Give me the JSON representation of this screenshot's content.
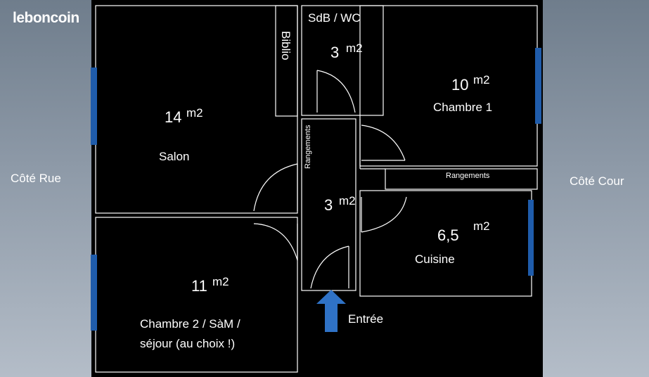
{
  "logo": "leboncoin",
  "side_left": "Côté Rue",
  "side_right": "Côté Cour",
  "entrance_label": "Entrée",
  "rooms": {
    "salon": {
      "name": "Salon",
      "area": "14",
      "unit": "m2"
    },
    "chambre2": {
      "name_line1": "Chambre 2 / SàM /",
      "name_line2": "séjour (au choix !)",
      "area": "11",
      "unit": "m2"
    },
    "sdb": {
      "name": "SdB / WC",
      "area": "3",
      "unit": "m2"
    },
    "couloir": {
      "area": "3",
      "unit": "m2"
    },
    "chambre1": {
      "name": "Chambre 1",
      "area": "10",
      "unit": "m2"
    },
    "cuisine": {
      "name": "Cuisine",
      "area": "6,5",
      "unit": "m2"
    },
    "biblio": {
      "name": "Biblio"
    },
    "rangements_vertical": {
      "name": "Rangements"
    },
    "rangements_horizontal": {
      "name": "Rangements"
    }
  },
  "colors": {
    "background": "#000000",
    "walls": "#ffffff",
    "windows": "#1f5cab",
    "arrow": "#2f72c6"
  }
}
